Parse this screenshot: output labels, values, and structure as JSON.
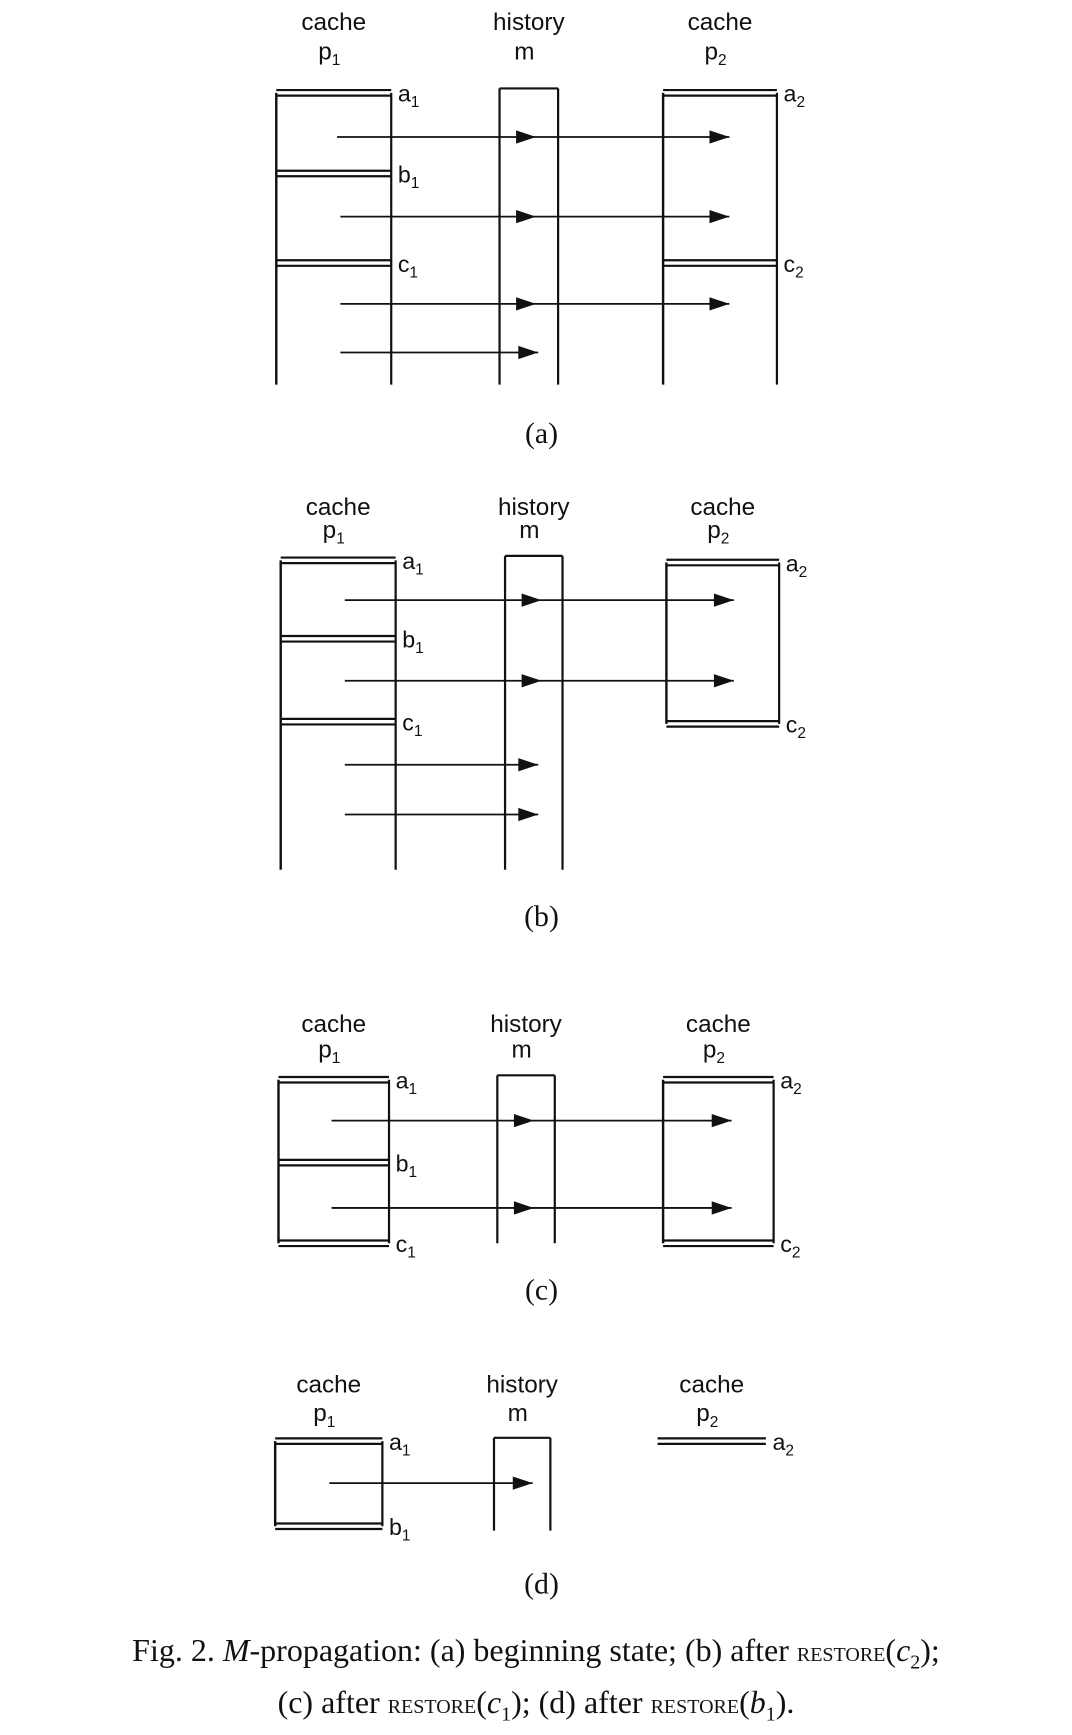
{
  "figure": {
    "panels": [
      {
        "id": "a",
        "caption": "(a)",
        "left_label": [
          "cache",
          "p1"
        ],
        "mid_label": [
          "history",
          "m"
        ],
        "right_label": [
          "cache",
          "p2"
        ],
        "left_marks": [
          "a1",
          "b1",
          "c1"
        ],
        "right_marks": [
          "a2",
          "c2"
        ]
      },
      {
        "id": "b",
        "caption": "(b)",
        "left_label": [
          "cache",
          "p1"
        ],
        "mid_label": [
          "history",
          "m"
        ],
        "right_label": [
          "cache",
          "p2"
        ],
        "left_marks": [
          "a1",
          "b1",
          "c1"
        ],
        "right_marks": [
          "a2",
          "c2"
        ]
      },
      {
        "id": "c",
        "caption": "(c)",
        "left_label": [
          "cache",
          "p1"
        ],
        "mid_label": [
          "history",
          "m"
        ],
        "right_label": [
          "cache",
          "p2"
        ],
        "left_marks": [
          "a1",
          "b1",
          "c1"
        ],
        "right_marks": [
          "a2",
          "c2"
        ]
      },
      {
        "id": "d",
        "caption": "(d)",
        "left_label": [
          "cache",
          "p1"
        ],
        "mid_label": [
          "history",
          "m"
        ],
        "right_label": [
          "cache",
          "p2"
        ],
        "left_marks": [
          "a1",
          "b1"
        ],
        "right_marks": [
          "a2"
        ]
      }
    ],
    "caption": {
      "line1": [
        "Fig. 2.  ",
        "M",
        "-propagation: (a) beginning state; (b) after ",
        "restore",
        "(",
        "c",
        "2",
        ");"
      ],
      "line2": [
        "(c) after ",
        "restore",
        "(",
        "c",
        "1",
        "); (d) after ",
        "restore",
        "(",
        "b",
        "1",
        ")."
      ]
    }
  }
}
